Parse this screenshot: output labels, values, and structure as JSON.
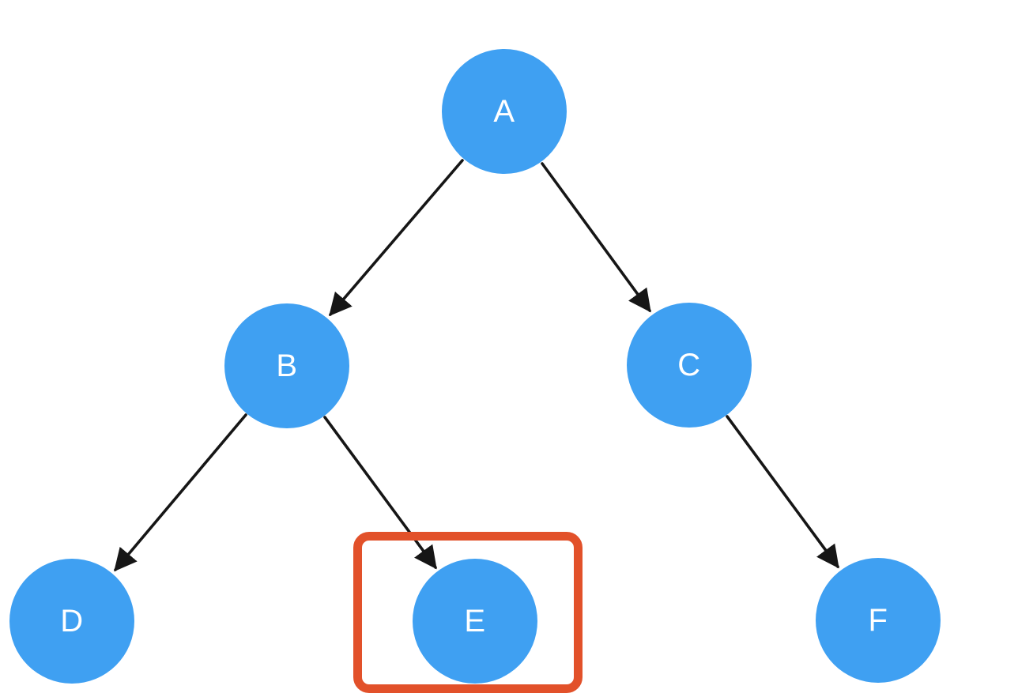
{
  "diagram": {
    "type": "binary-tree",
    "colors": {
      "node_fill": "#3fa0f2",
      "node_label": "#ffffff",
      "edge": "#161616",
      "highlight": "#e2512a",
      "background": "#ffffff"
    },
    "nodes": [
      {
        "label": "A"
      },
      {
        "label": "B"
      },
      {
        "label": "C"
      },
      {
        "label": "D"
      },
      {
        "label": "E"
      },
      {
        "label": "F"
      }
    ],
    "edges": [
      {
        "from": "A",
        "to": "B"
      },
      {
        "from": "A",
        "to": "C"
      },
      {
        "from": "B",
        "to": "D"
      },
      {
        "from": "B",
        "to": "E"
      },
      {
        "from": "C",
        "to": "F"
      }
    ],
    "highlighted_node": "E"
  }
}
